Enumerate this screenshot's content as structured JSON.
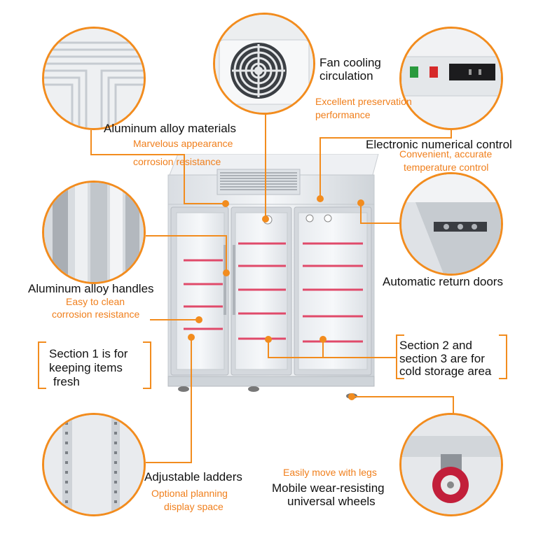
{
  "features": {
    "aluminum_materials": {
      "title": "Aluminum alloy materials",
      "sub1": "Marvelous appearance",
      "sub2": "corrosion resistance"
    },
    "fan": {
      "title1": "Fan cooling",
      "title2": "circulation",
      "sub1": "Excellent preservation",
      "sub2": "performance"
    },
    "electronic": {
      "title": "Electronic numerical control",
      "sub1": "Convenient, accurate",
      "sub2": "temperature control"
    },
    "handles": {
      "title": "Aluminum alloy handles",
      "sub1": "Easy to clean",
      "sub2": "corrosion resistance"
    },
    "doors": {
      "title": "Automatic return doors"
    },
    "section1": {
      "line1": "Section 1 is for",
      "line2": "keeping items",
      "line3": "fresh"
    },
    "section23": {
      "line1": "Section 2 and",
      "line2": "section 3 are for",
      "line3": "cold storage area"
    },
    "ladders": {
      "title": "Adjustable ladders",
      "sub1": "Optional planning",
      "sub2": "display space"
    },
    "wheels": {
      "sub1": "Easily move with legs",
      "title1": "Mobile wear-resisting",
      "title2": "universal wheels"
    }
  },
  "colors": {
    "accent": "#f28c1e",
    "accent_text": "#f07f1c",
    "shelf": "#e04a6a",
    "text": "#111111"
  }
}
